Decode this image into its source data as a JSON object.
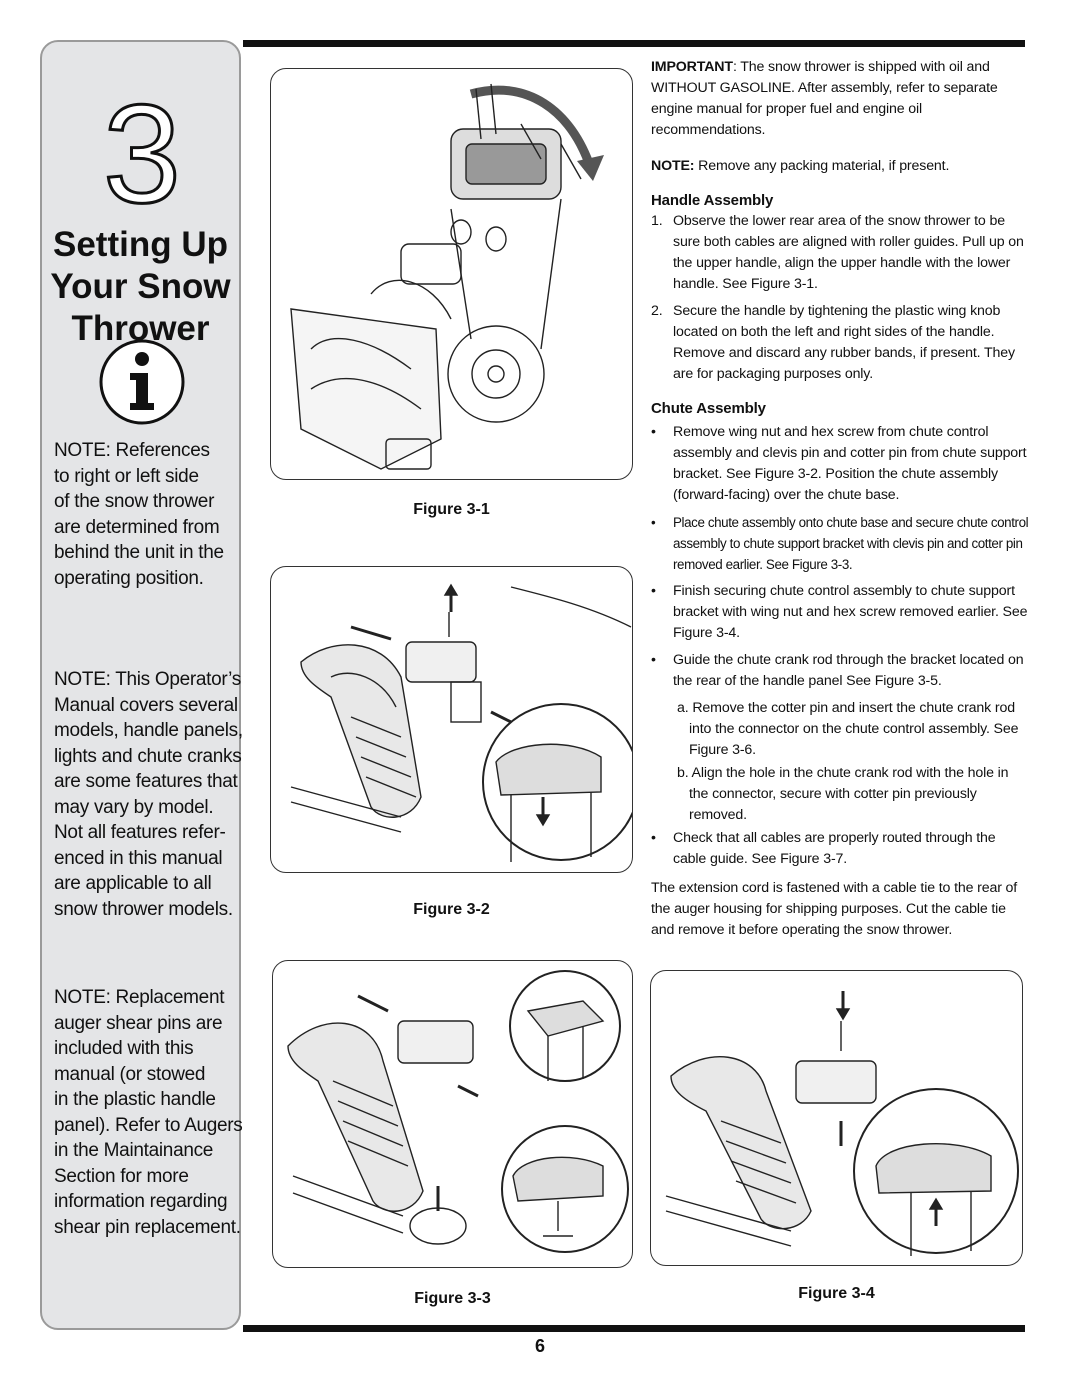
{
  "sidebar": {
    "chapter_number": "3",
    "title_lines": [
      "Setting Up",
      "Your Snow",
      "Thrower"
    ],
    "note1_lines": [
      "NOTE: References",
      "to right or left side",
      "of the snow thrower",
      "are determined from",
      "behind the unit in the",
      "operating position."
    ],
    "note2_lines": [
      "NOTE: This Operator’s",
      "Manual covers several",
      "models, handle panels,",
      "lights and chute cranks",
      "are some features that",
      "may vary by model.",
      "Not all features refer-",
      "enced in this manual",
      "are applicable to all",
      "snow thrower models."
    ],
    "note3_lines": [
      "NOTE: Replacement",
      "auger shear pins are",
      "included with this",
      "manual (or stowed",
      "in the plastic handle",
      "panel). Refer to Augers",
      "in the Maintainance",
      "Section for more",
      "information regarding",
      "shear pin replacement."
    ]
  },
  "figures": {
    "fig1": "Figure 3-1",
    "fig2": "Figure 3-2",
    "fig3": "Figure 3-3",
    "fig4": "Figure 3-4"
  },
  "content": {
    "important_label": "IMPORTANT",
    "important_text": ": The snow thrower is shipped with oil and WITHOUT GASOLINE. After assembly, refer to separate engine manual for proper fuel and engine oil recommendations.",
    "note_label": "NOTE:",
    "note_text": " Remove any packing material, if present.",
    "handle_heading": "Handle Assembly",
    "handle_steps": [
      {
        "marker": "1.",
        "text": "Observe the lower rear area of the snow thrower to be sure both cables are aligned with roller guides. Pull up on the upper handle, align the upper handle with the lower handle. See Figure 3-1."
      },
      {
        "marker": "2.",
        "text": "Secure the handle by tightening the plastic wing knob located on both the left and right sides of the handle. Remove and discard any rubber bands, if present. They are for packaging purposes only."
      }
    ],
    "chute_heading": "Chute Assembly",
    "chute_bullet1": "Remove wing nut and hex screw from chute control assembly and clevis pin and cotter pin from chute support bracket. See Figure 3-2. Position the chute assembly (forward-facing) over the chute base.",
    "chute_bullet2": "Place chute assembly onto chute base and secure chute control assembly to chute support bracket with clevis pin and cotter pin removed earlier. See Figure 3-3.",
    "chute_bullet3": "Finish securing chute control assembly to chute support bracket with wing nut and hex screw removed earlier. See Figure 3-4.",
    "chute_bullet4": "Guide the chute crank rod through the bracket located on the rear of the handle panel  See Figure 3-5.",
    "sub_a": "a. Remove the cotter pin and insert the chute crank rod into the connector on the chute control assembly. See Figure 3-6.",
    "sub_b": "b. Align the hole in the chute crank rod with the hole in the connector, secure with cotter pin previously removed.",
    "chute_bullet5": "Check that all cables are properly routed through the cable guide. See Figure 3-7.",
    "extension_text": "The extension cord is fastened with a cable tie to the rear of the auger housing for shipping purposes. Cut the cable tie and remove it before operating the snow thrower.",
    "bullet_char": "•"
  },
  "page_number": "6"
}
